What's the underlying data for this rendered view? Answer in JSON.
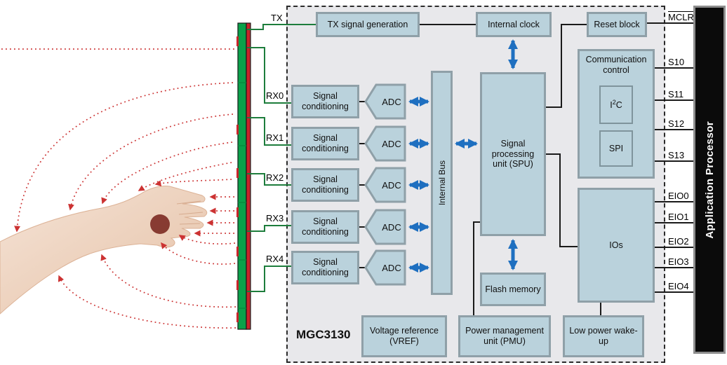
{
  "diagram": {
    "chip_label": "MGC3130",
    "blocks": {
      "tx_signal_generation": "TX signal generation",
      "internal_clock": "Internal clock",
      "reset_block": "Reset block",
      "communication_control": "Communication control",
      "i2c": {
        "pre": "I",
        "sup": "2",
        "post": "C"
      },
      "spi": "SPI",
      "signal_conditioning": "Signal conditioning",
      "adc": "ADC",
      "internal_bus": "Internal Bus",
      "spu": "Signal processing unit (SPU)",
      "flash_memory": "Flash memory",
      "ios": "IOs",
      "vref": "Voltage reference (VREF)",
      "pmu": "Power management unit (PMU)",
      "low_power_wake_up": "Low power wake-up"
    },
    "electrode": {
      "tx_label": "TX",
      "rx_labels": [
        "RX0",
        "RX1",
        "RX2",
        "RX3",
        "RX4"
      ]
    },
    "processor": {
      "label": "Application Processor",
      "pins": [
        "MCLR",
        "S10",
        "S11",
        "S12",
        "S13",
        "EIO0",
        "EIO1",
        "EIO2",
        "EIO3",
        "EIO4"
      ]
    },
    "colors": {
      "block_fill": "#bad2dc",
      "block_border": "#8fa0a8",
      "arrow_blue": "#1e6fc0",
      "wire_green": "#1d7d3c",
      "field_red": "#cc3333",
      "electrode_green": "#0aa14a",
      "electrode_red": "#c8242b",
      "processor_bg": "#0b0b0b"
    }
  }
}
